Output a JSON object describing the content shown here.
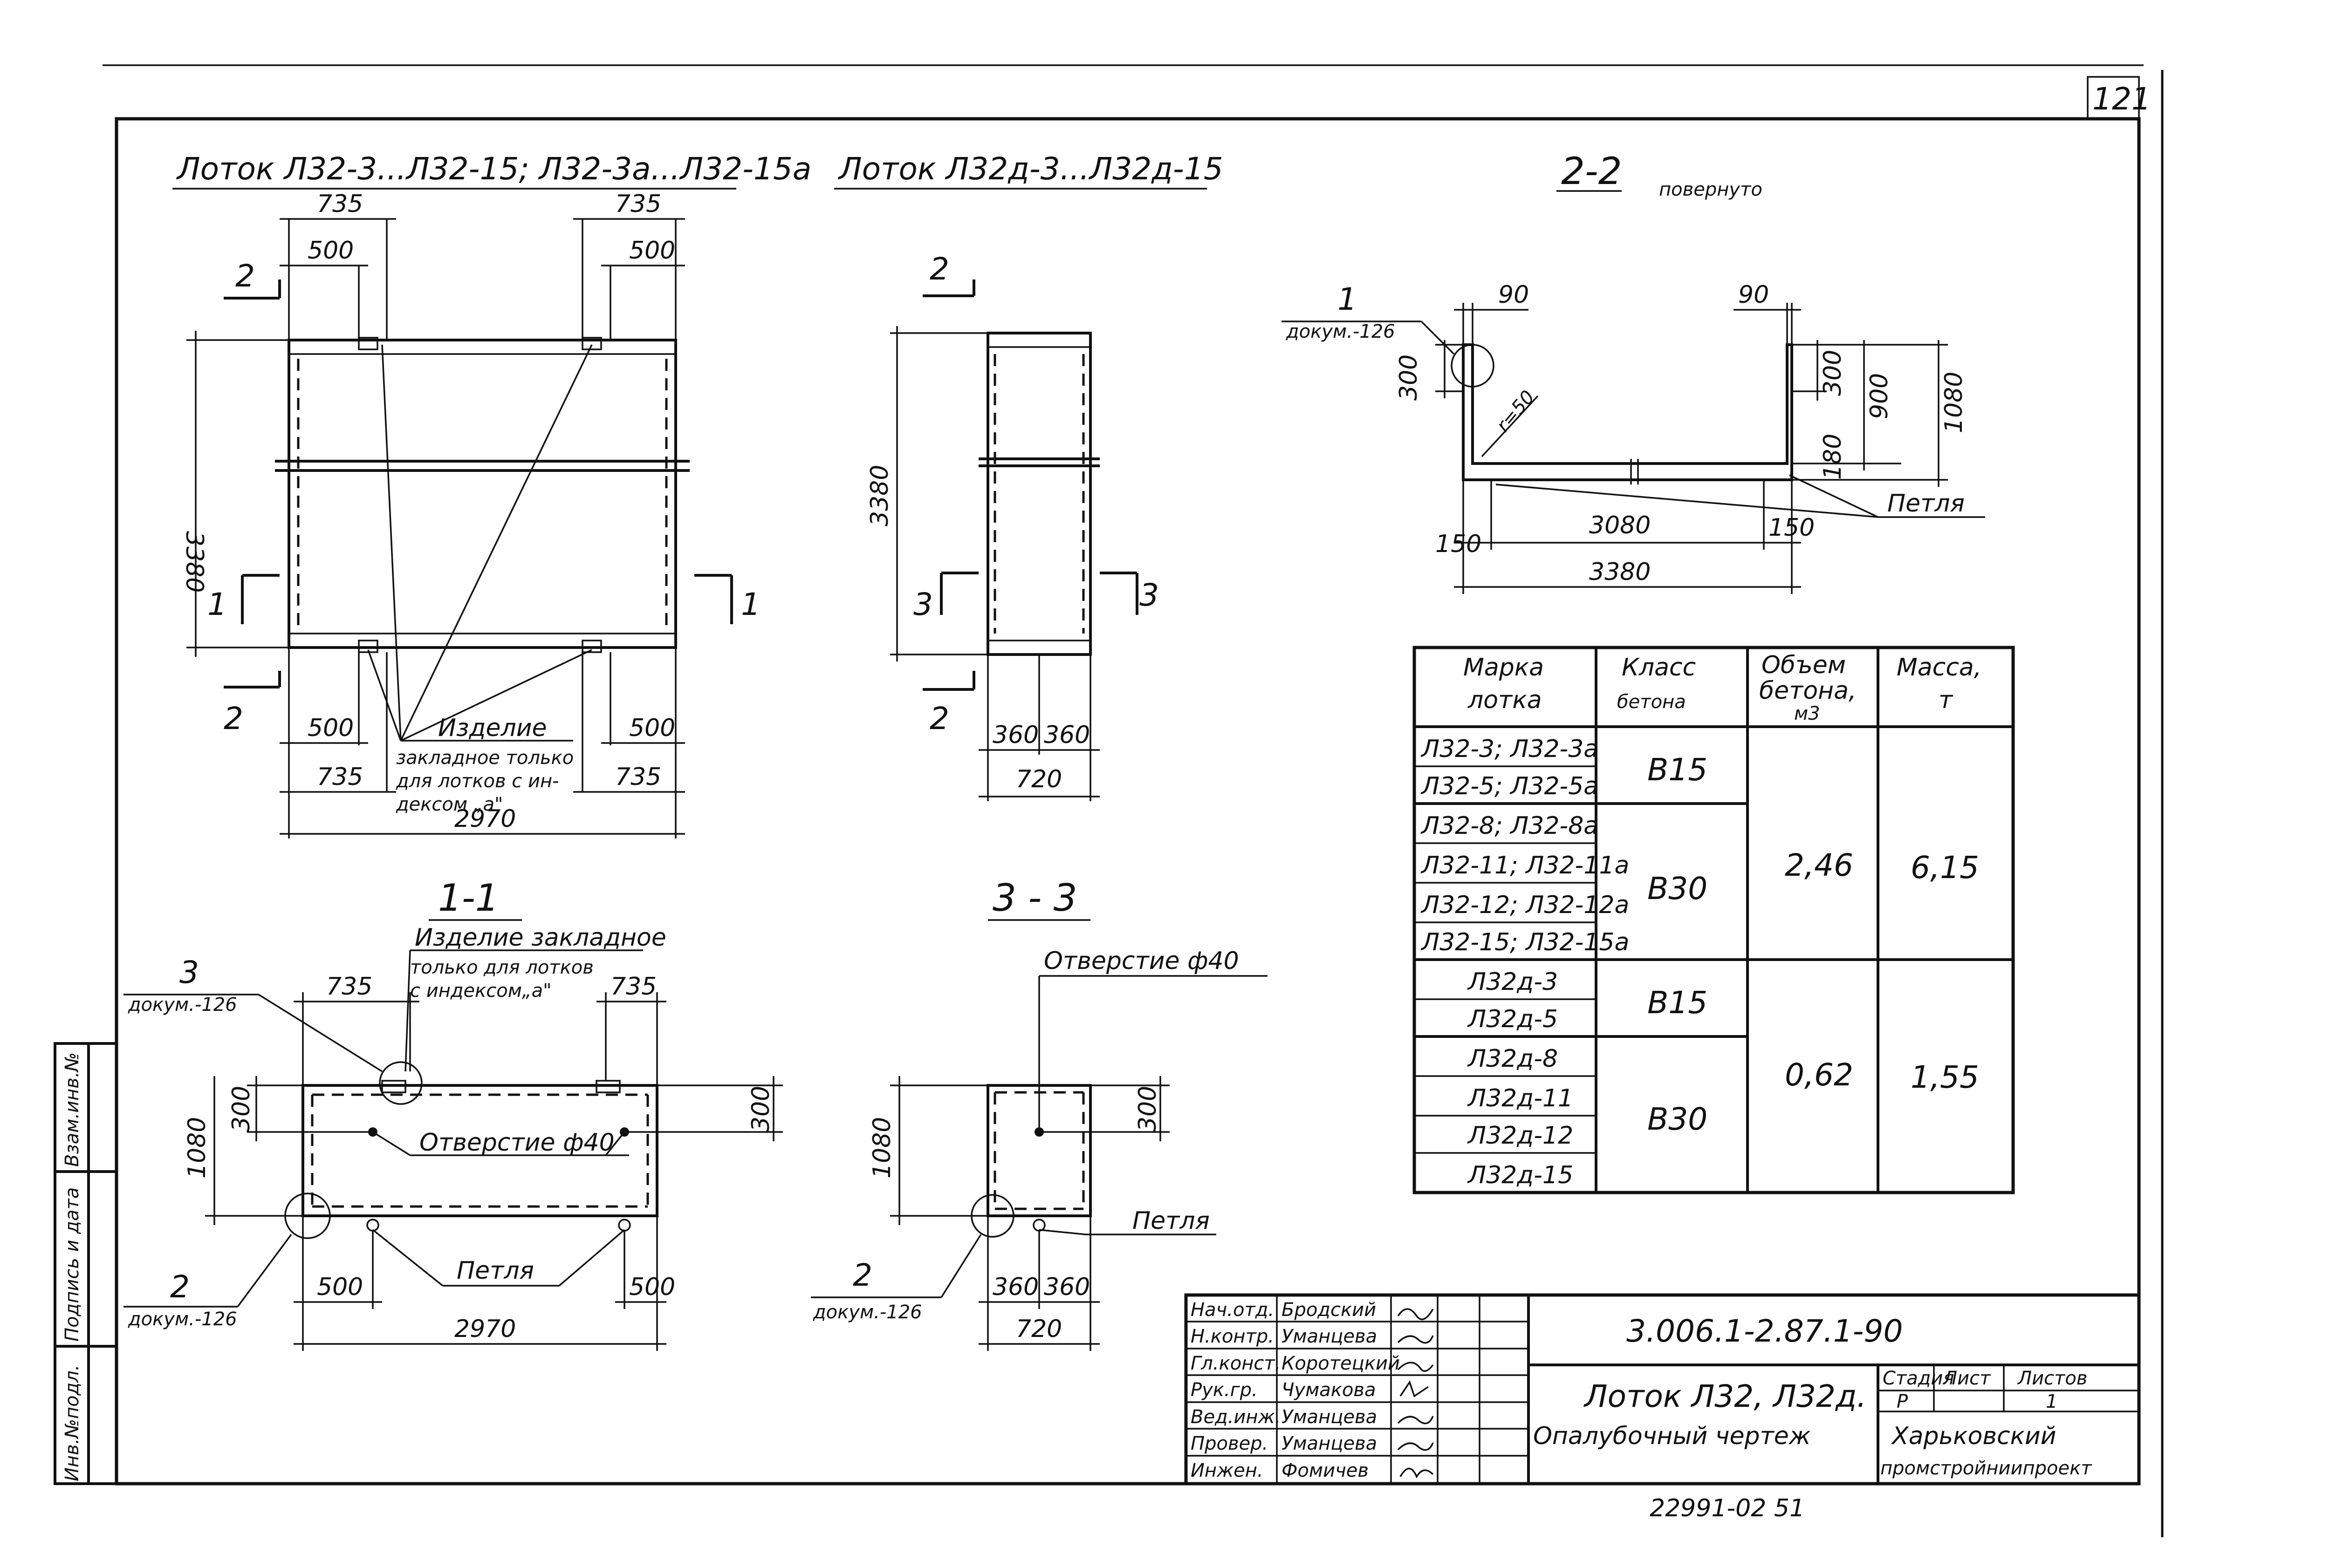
{
  "page_number": "121",
  "views": {
    "plan_a": {
      "title": "Лоток Л32-3...Л32-15; Л32-3а...Л32-15а",
      "dims": {
        "left_top": "735",
        "right_top": "735",
        "inner_left_top": "500",
        "inner_right_top": "500",
        "height": "3380",
        "inner_left_bottom": "500",
        "inner_right_bottom": "500",
        "left_bottom": "735",
        "right_bottom": "735",
        "length": "2970"
      },
      "section_marks": {
        "s2_top": "2",
        "s2_bottom": "2",
        "s1_left": "1",
        "s1_right": "1"
      },
      "note_lines": [
        "Изделие",
        "закладное только",
        "для лотков с ин-",
        "дексом „а\""
      ]
    },
    "plan_d": {
      "title": "Лоток Л32д-3...Л32д-15",
      "dims": {
        "height": "3380",
        "half_left": "360",
        "half_right": "360",
        "width": "720"
      },
      "section_marks": {
        "s2_top": "2",
        "s2_bottom": "2",
        "s3_left": "3",
        "s3_right": "3"
      }
    },
    "section_2_2": {
      "title": "2-2",
      "subtitle": "повернуто",
      "callout_num": "1",
      "callout_doc": "докум.-126",
      "dims": {
        "wall_left": "90",
        "wall_right": "90",
        "h300_left": "300",
        "h300_right": "300",
        "h900": "900",
        "h1080": "1080",
        "h180": "180",
        "radius": "r=50",
        "side_left": "150",
        "inner": "3080",
        "side_right": "150",
        "total": "3380"
      },
      "loop_label": "Петля"
    },
    "section_1_1": {
      "title": "1-1",
      "note_lines": [
        "Изделие закладное",
        "только для лотков",
        "с индексом„а\""
      ],
      "callout3_num": "3",
      "callout3_doc": "докум.-126",
      "callout2_num": "2",
      "callout2_doc": "докум.-126",
      "hole_label": "Отверстие ф40",
      "loop_label": "Петля",
      "dims": {
        "left_top": "735",
        "right_top": "735",
        "h300_left": "300",
        "h300_right": "300",
        "h1080": "1080",
        "left_bottom": "500",
        "right_bottom": "500",
        "length": "2970"
      }
    },
    "section_3_3": {
      "title": "3 - 3",
      "hole_label": "Отверстие ф40",
      "loop_label": "Петля",
      "callout_num": "2",
      "callout_doc": "докум.-126",
      "dims": {
        "h1080": "1080",
        "h300": "300",
        "half_left": "360",
        "half_right": "360",
        "width": "720"
      }
    }
  },
  "spec_table": {
    "headers": [
      [
        "Марка",
        "лотка"
      ],
      [
        "Класс",
        "бетона"
      ],
      [
        "Объем",
        "бетона,",
        "м3"
      ],
      [
        "Масса,",
        "т"
      ]
    ],
    "rows": [
      "Л32-3; Л32-3а",
      "Л32-5; Л32-5а",
      "Л32-8; Л32-8а",
      "Л32-11; Л32-11а",
      "Л32-12; Л32-12а",
      "Л32-15; Л32-15а",
      "Л32д-3",
      "Л32д-5",
      "Л32д-8",
      "Л32д-11",
      "Л32д-12",
      "Л32д-15"
    ],
    "class_groups": [
      "В15",
      "В30",
      "В15",
      "В30"
    ],
    "volume_groups": [
      "2,46",
      "0,62"
    ],
    "mass_groups": [
      "6,15",
      "1,55"
    ]
  },
  "title_block": {
    "roles": [
      "Нач.отд.",
      "Н.контр.",
      "Гл.конст.",
      "Рук.гр.",
      "Вед.инж.",
      "Провер.",
      "Инжен."
    ],
    "names": [
      "Бродский",
      "Уманцева",
      "Коротецкий",
      "Чумакова",
      "Уманцева",
      "Уманцева",
      "Фомичев"
    ],
    "doc_code": "3.006.1-2.87.1-90",
    "title_lines": [
      "Лоток Л32, Л32д.",
      "Опалубочный чертеж"
    ],
    "stage_label": "Стадия",
    "sheet_label": "Лист",
    "sheets_label": "Листов",
    "stage_value": "Р",
    "sheet_value": "1",
    "org_lines": [
      "Харьковский",
      "промстройниипроект"
    ]
  },
  "left_strip": [
    "Инв.№подл.",
    "Подпись и дата",
    "Взам.инв.№"
  ],
  "footer_code": "22991-02   51"
}
